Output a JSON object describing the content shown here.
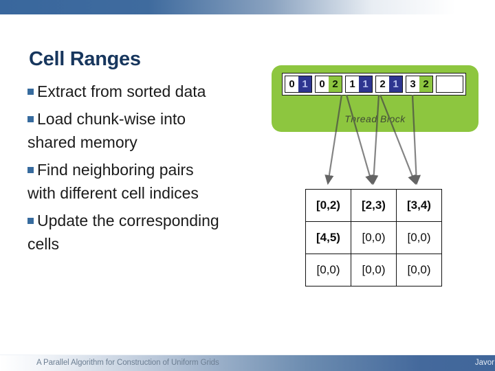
{
  "slide": {
    "title": "Cell Ranges",
    "bullets": [
      {
        "lines": [
          "Extract from sorted data"
        ]
      },
      {
        "lines": [
          "Load chunk-wise into",
          "shared memory"
        ]
      },
      {
        "lines": [
          "Find neighboring pairs",
          "with different cell indices"
        ]
      },
      {
        "lines": [
          "Update the corresponding",
          "cells"
        ]
      }
    ]
  },
  "diagram": {
    "thread_block_label": "Thread Block",
    "array_cells": [
      {
        "key": "0",
        "value": "1",
        "value_color": "navy"
      },
      {
        "key": "0",
        "value": "2",
        "value_color": "green"
      },
      {
        "key": "1",
        "value": "1",
        "value_color": "navy"
      },
      {
        "key": "2",
        "value": "1",
        "value_color": "navy"
      },
      {
        "key": "3",
        "value": "2",
        "value_color": "green"
      },
      {
        "key": "",
        "value": "",
        "value_color": "none"
      }
    ],
    "table": {
      "rows": [
        [
          {
            "text": "[0,2)",
            "bold": true
          },
          {
            "text": "[2,3)",
            "bold": true
          },
          {
            "text": "[3,4)",
            "bold": true
          }
        ],
        [
          {
            "text": "[4,5)",
            "bold": true
          },
          {
            "text": "[0,0)",
            "bold": false
          },
          {
            "text": "[0,0)",
            "bold": false
          }
        ],
        [
          {
            "text": "[0,0)",
            "bold": false
          },
          {
            "text": "[0,0)",
            "bold": false
          },
          {
            "text": "[0,0)",
            "bold": false
          }
        ]
      ]
    }
  },
  "footer": {
    "left": "A Parallel Algorithm for Construction of Uniform Grids",
    "right": "Javor"
  },
  "colors": {
    "title_navy": "#17365d",
    "bullet_marker_blue": "#376b9e",
    "panel_green": "#8dc63f",
    "cell_navy": "#2e3590",
    "top_bar_blue": "#39679d",
    "footer_blue": "#40669a",
    "arrow_gray": "#848484",
    "arrow_olive": "#5a6c40"
  }
}
